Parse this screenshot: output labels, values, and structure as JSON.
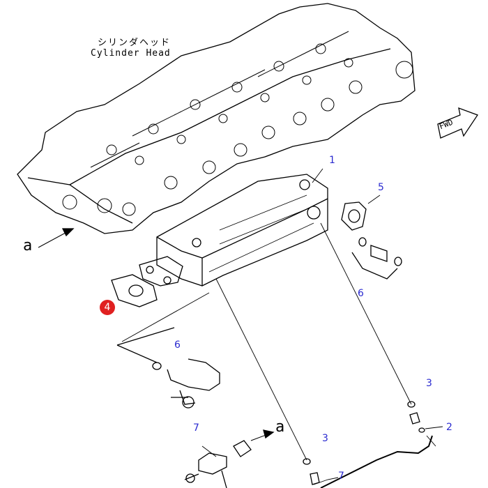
{
  "title_jp": "シリンダヘッド",
  "title_en": "Cylinder Head",
  "fwd": "FWD",
  "view_marks": [
    "a",
    "a"
  ],
  "callouts": [
    {
      "num": "1"
    },
    {
      "num": "5"
    },
    {
      "num": "6"
    },
    {
      "num": "4",
      "highlighted": true
    },
    {
      "num": "6"
    },
    {
      "num": "3"
    },
    {
      "num": "2"
    },
    {
      "num": "7"
    },
    {
      "num": "3"
    },
    {
      "num": "7"
    }
  ],
  "colors": {
    "callout": "#2a2ad0",
    "highlight": "#e02020",
    "line": "#000000"
  }
}
